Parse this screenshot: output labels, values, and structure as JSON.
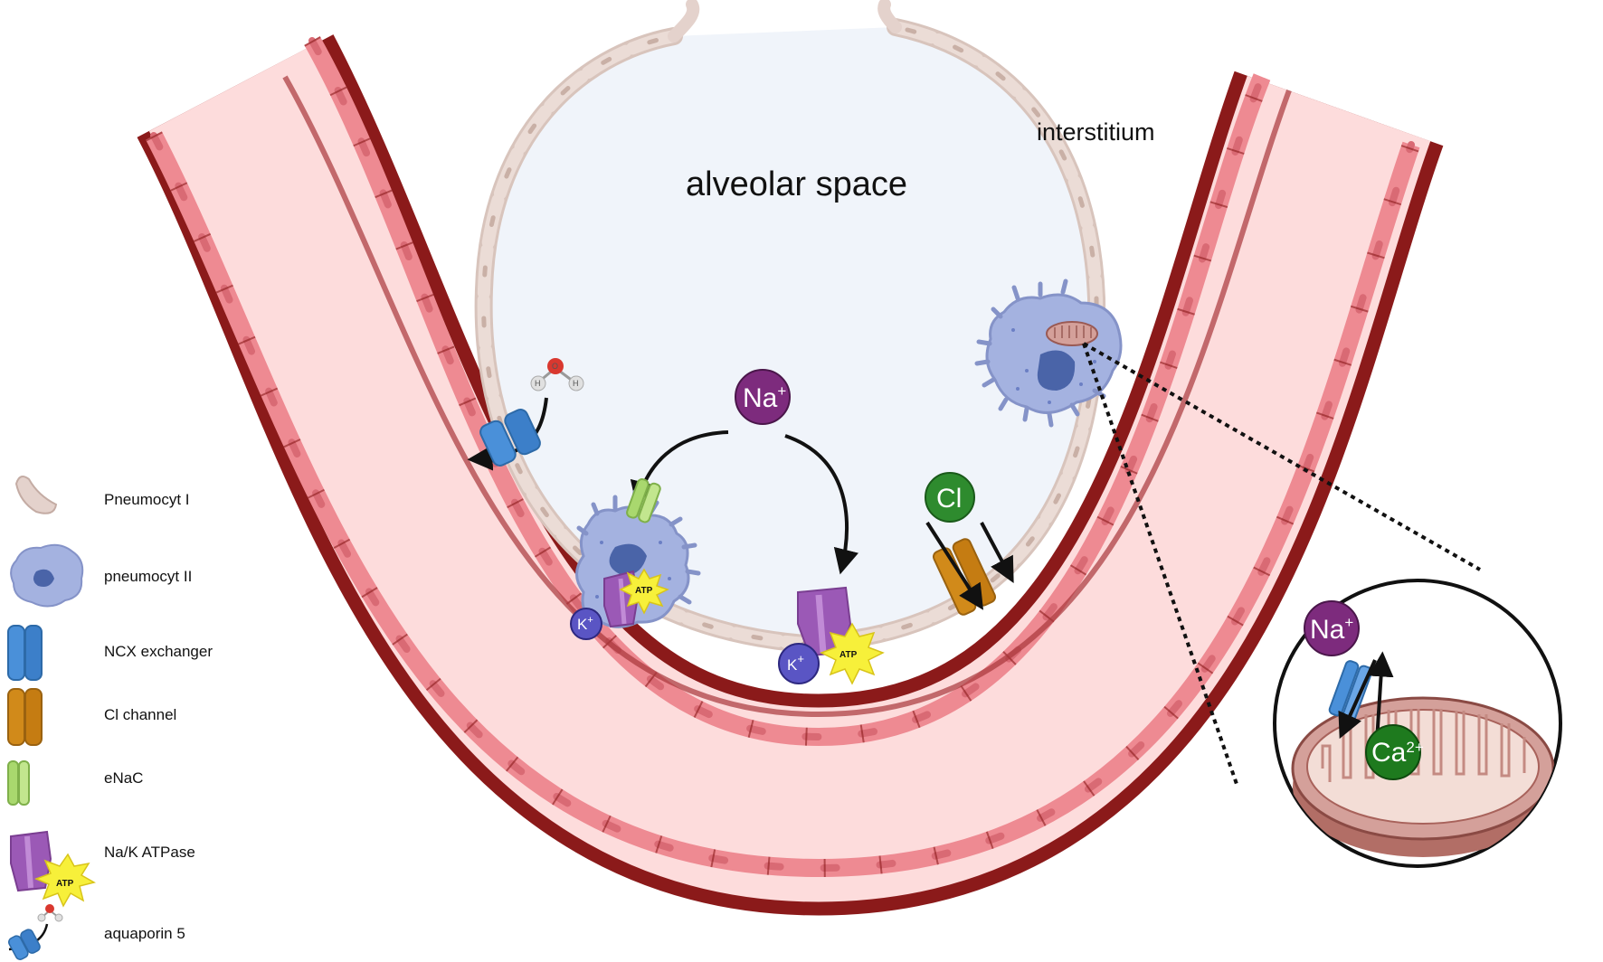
{
  "labels": {
    "alveolar_space": "alveolar space",
    "interstitium": "interstitium"
  },
  "ions": {
    "na": "Na",
    "na_charge": "+",
    "cl": "Cl",
    "k": "K",
    "k_charge": "+",
    "ca": "Ca",
    "ca_charge": "2+",
    "atp": "ATP",
    "h": "H",
    "o": "O"
  },
  "legend": [
    {
      "icon": "pneumocyte-type-1-icon",
      "label": "Pneumocyt I"
    },
    {
      "icon": "pneumocyte-type-2-icon",
      "label": "pneumocyt II"
    },
    {
      "icon": "ncx-exchanger-icon",
      "label": "NCX exchanger"
    },
    {
      "icon": "cl-channel-icon",
      "label": "Cl channel"
    },
    {
      "icon": "enac-icon",
      "label": "eNaC"
    },
    {
      "icon": "na-k-atpase-icon",
      "label": "Na/K ATPase"
    },
    {
      "icon": "aquaporin-5-icon",
      "label": "aquaporin 5"
    }
  ],
  "colors": {
    "vessel_wall": "#8b1a1a",
    "vessel_lumen": "#fddcdc",
    "endothelium": "#ee8a92",
    "alveolus_fill": "#f0f4fa",
    "pneumocyte_1": "#e4d2cc",
    "pneumocyte_2": "#a4b2e0",
    "ncx": "#4a90d9",
    "cl_channel": "#d18a1a",
    "enac": "#a9d86e",
    "atpase": "#9b59b6",
    "na_ion": "#7d2b7d",
    "cl_ion": "#2e8b2e",
    "k_ion": "#5a55c4",
    "ca_ion": "#1e7a1e",
    "mitochondrion": "#d4a09a"
  }
}
